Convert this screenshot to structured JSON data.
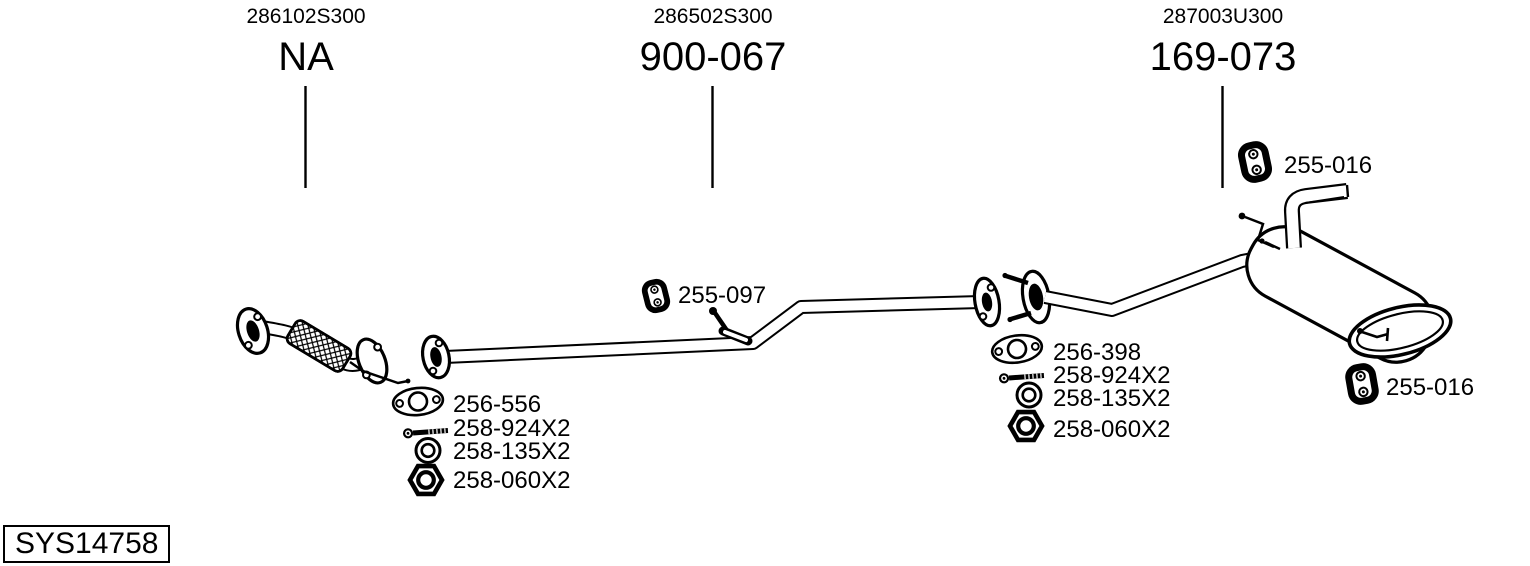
{
  "colors": {
    "background": "#ffffff",
    "ink": "#000000"
  },
  "sections": [
    {
      "ref": "286102S300",
      "part": "NA"
    },
    {
      "ref": "286502S300",
      "part": "900-067"
    },
    {
      "ref": "287003U300",
      "part": "169-073"
    }
  ],
  "callouts": {
    "mid_hanger": {
      "icon": "rubber-hanger-icon",
      "label": "255-097"
    },
    "rear_hanger_top": {
      "icon": "rubber-hanger-icon",
      "label": "255-016"
    },
    "rear_hanger_bottom": {
      "icon": "rubber-hanger-icon",
      "label": "255-016"
    }
  },
  "fitting_kits": [
    {
      "rows": [
        {
          "icon": "gasket-icon",
          "label": "256-556"
        },
        {
          "icon": "bolt-icon",
          "label": "258-924X2"
        },
        {
          "icon": "washer-icon",
          "label": "258-135X2"
        },
        {
          "icon": "nut-icon",
          "label": "258-060X2"
        }
      ]
    },
    {
      "rows": [
        {
          "icon": "gasket-icon",
          "label": "256-398"
        },
        {
          "icon": "bolt-icon",
          "label": "258-924X2"
        },
        {
          "icon": "washer-icon",
          "label": "258-135X2"
        },
        {
          "icon": "nut-icon",
          "label": "258-060X2"
        }
      ]
    }
  ],
  "footer": {
    "diagram_code": "SYS14758"
  }
}
